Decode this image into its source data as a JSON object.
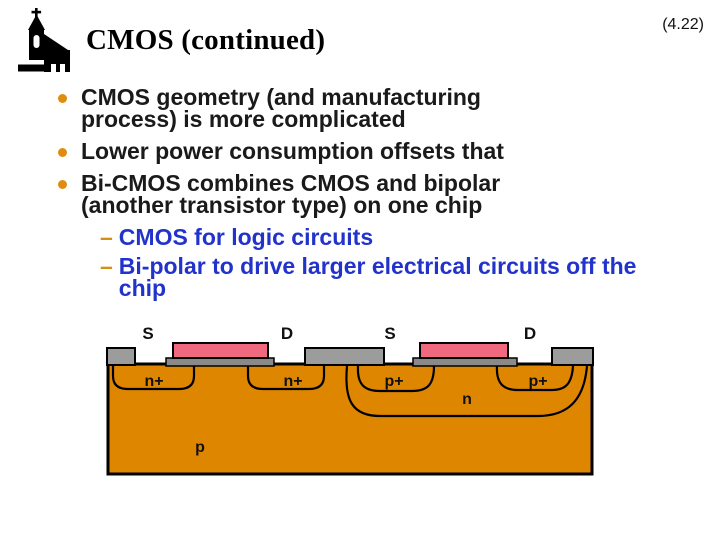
{
  "header": {
    "logo_icon": "church-logo-icon",
    "title": "CMOS (continued)",
    "slide_number": "(4.22)"
  },
  "bullets": [
    {
      "lines": [
        "CMOS geometry (and manufacturing",
        "process) is more complicated"
      ]
    },
    {
      "lines": [
        "Lower power consumption offsets that"
      ]
    },
    {
      "lines": [
        "Bi-CMOS combines CMOS and bipolar",
        "(another transistor type) on one chip"
      ]
    }
  ],
  "sub_bullets": [
    {
      "dash": "–",
      "lines": [
        "CMOS for logic circuits"
      ]
    },
    {
      "dash": "–",
      "lines": [
        "Bi-polar to drive larger electrical circuits off the",
        "chip"
      ]
    }
  ],
  "diagram": {
    "terminals": [
      "S",
      "D",
      "S",
      "D"
    ],
    "regions": {
      "nplus_left": "n+",
      "nplus_right": "n+",
      "pplus_left": "p+",
      "pplus_right": "p+",
      "nwell": "n",
      "substrate": "p"
    },
    "colors": {
      "substrate_orange": "#DF8600",
      "gate_pink": "#F0697F",
      "contact_gray": "#9C9C9C",
      "poly_gray": "#8A8A8A",
      "outline_black": "#000000",
      "sub_text_blue": "#2233CC",
      "bullet_orange": "#DE8D0F"
    }
  }
}
